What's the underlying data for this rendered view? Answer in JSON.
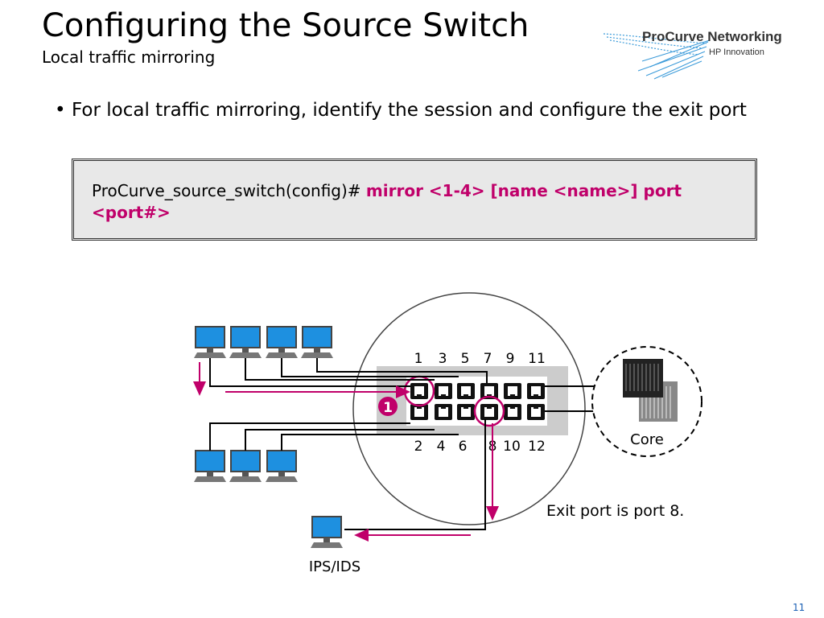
{
  "slide": {
    "title": "Configuring the Source Switch",
    "subtitle": "Local traffic mirroring",
    "page_number": "11"
  },
  "logo": {
    "name": "ProCurve Networking",
    "tagline": "HP Innovation"
  },
  "bullet": {
    "text": "For local traffic mirroring, identify the session and configure the exit port"
  },
  "command": {
    "prompt": "ProCurve_source_switch(config)# ",
    "syntax": "mirror <1-4> [name <name>] port <port#>"
  },
  "diagram": {
    "top_ports": [
      "1",
      "3",
      "5",
      "7",
      "9",
      "11"
    ],
    "bottom_ports": [
      "2",
      "4",
      "6",
      "8",
      "10",
      "12"
    ],
    "step_badge": "1",
    "core_label": "Core",
    "exit_note": "Exit port is port 8.",
    "ids_label": "IPS/IDS",
    "colors": {
      "mirror": "#c0006a",
      "monitor": "#1e90e0",
      "box": "#e8e8e8"
    }
  }
}
